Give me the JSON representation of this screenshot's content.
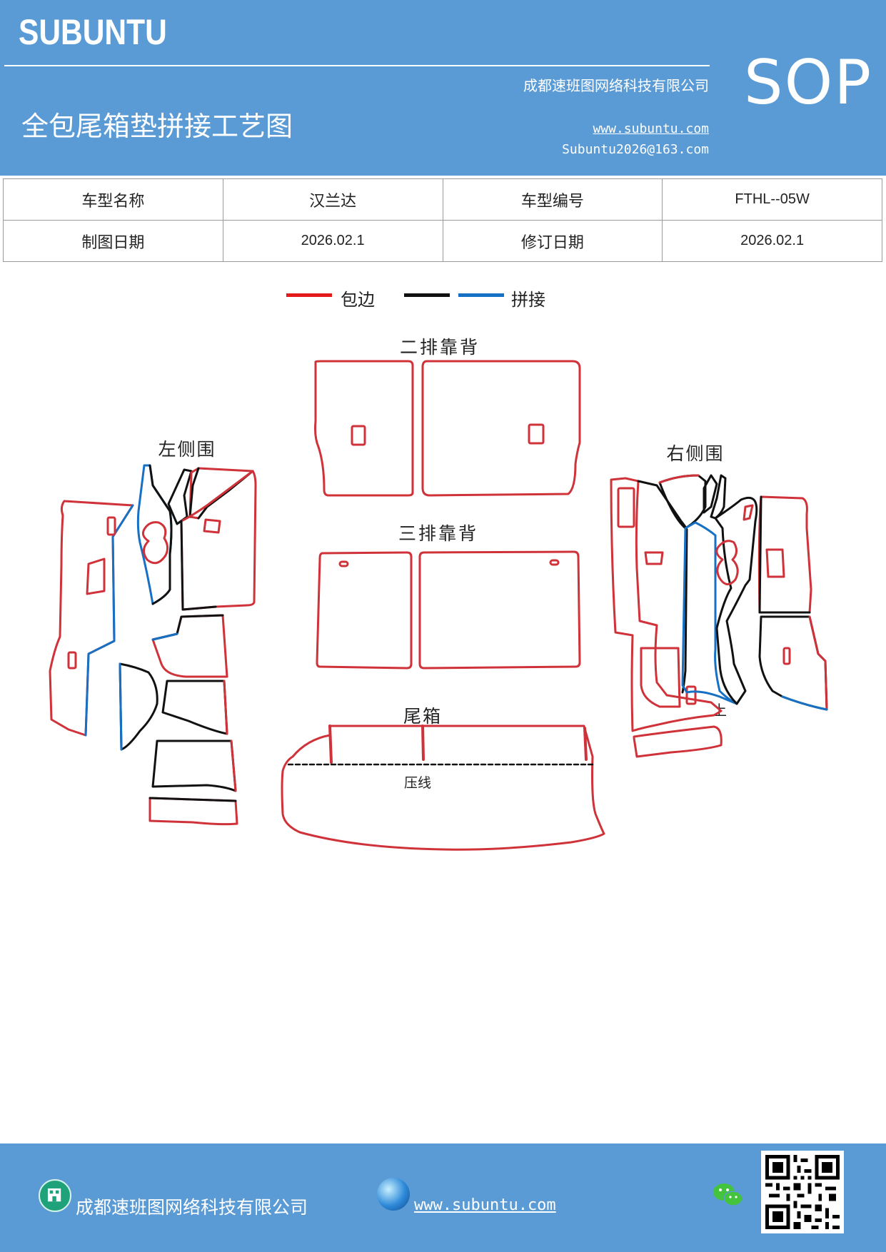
{
  "header": {
    "brand": "SUBUNTU",
    "company": "成都速班图网络科技有限公司",
    "sop": "SOP",
    "title": "全包尾箱垫拼接工艺图",
    "website": "www.subuntu.com",
    "email": "Subuntu2026@163.com"
  },
  "info_table": {
    "row1": [
      "车型名称",
      "汉兰达",
      "车型编号",
      "FTHL--05W"
    ],
    "row2": [
      "制图日期",
      "2026.02.1",
      "修订日期",
      "2026.02.1"
    ]
  },
  "legend": {
    "wrap_label": "包边",
    "splice_label": "拼接",
    "wrap_color": "#e31b1b",
    "black_color": "#111111",
    "splice_color": "#1670c4"
  },
  "diagram": {
    "second_row_back": "二排靠背",
    "third_row_back": "三排靠背",
    "left_side": "左侧围",
    "right_side": "右侧围",
    "trunk": "尾箱",
    "crease": "压线",
    "up_mark": "上"
  },
  "footer": {
    "company": "成都速班图网络科技有限公司",
    "website": "www.subuntu.com",
    "home_icon": "building-icon",
    "globe_icon": "globe-icon",
    "wechat_icon": "wechat-icon"
  }
}
